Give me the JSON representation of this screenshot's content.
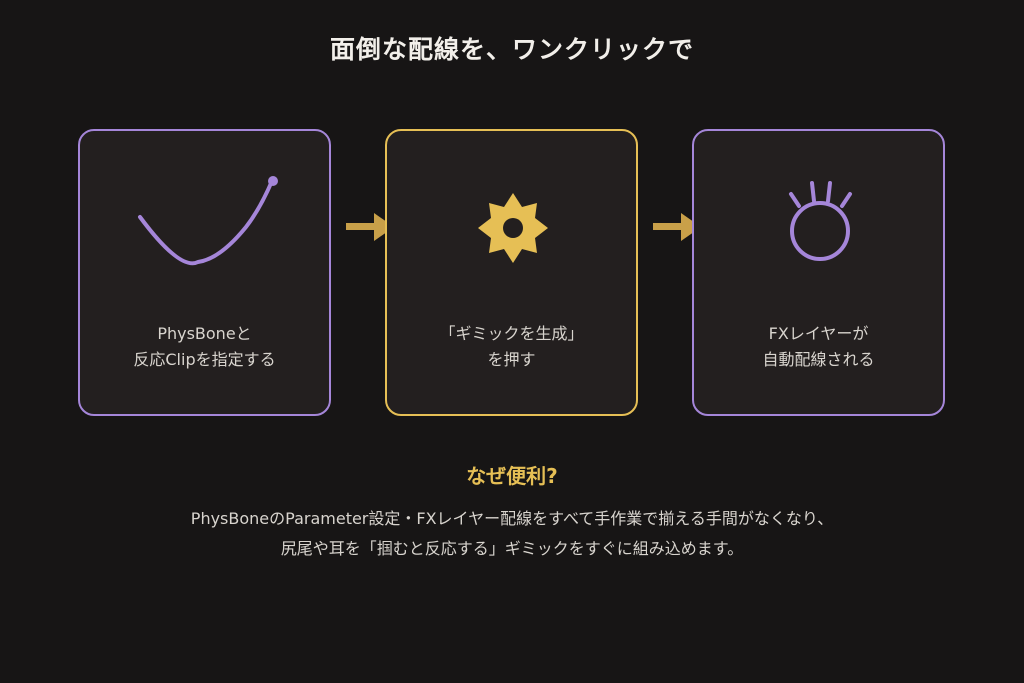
{
  "title": "面倒な配線を、ワンクリックで",
  "steps": [
    {
      "icon": "curve-icon",
      "line1": "PhysBoneと",
      "line2": "反応Clipを指定する",
      "border_color": "#a586d9"
    },
    {
      "icon": "gear-icon",
      "line1": "「ギミックを生成」",
      "line2": "を押す",
      "border_color": "#e6bf55"
    },
    {
      "icon": "layer-node-icon",
      "line1": "FXレイヤーが",
      "line2": "自動配線される",
      "border_color": "#a586d9"
    }
  ],
  "why": {
    "heading": "なぜ便利?",
    "line1": "PhysBoneのParameter設定・FXレイヤー配線をすべて手作業で揃える手間がなくなり、",
    "line2": "尻尾や耳を「掴むと反応する」ギミックをすぐに組み込めます。"
  },
  "colors": {
    "background": "#171515",
    "card_background": "#231f1f",
    "purple": "#a586d9",
    "gold": "#e6bf55"
  }
}
